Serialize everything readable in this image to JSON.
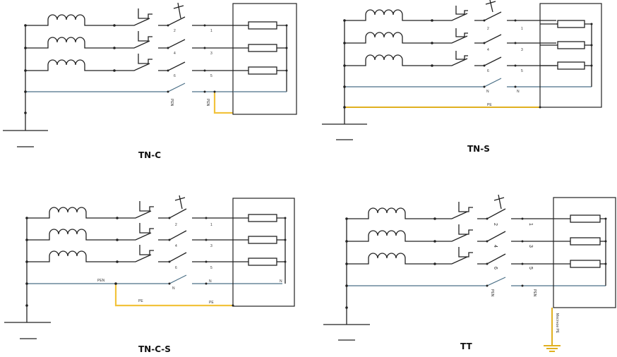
{
  "diagrams": [
    {
      "title": "TN-C",
      "labels": {
        "s1": "2",
        "s2": "4",
        "s3": "6",
        "sn": "PEN",
        "d1": "1",
        "d2": "3",
        "d3": "5",
        "dn": "PEN"
      }
    },
    {
      "title": "TN-S",
      "labels": {
        "s1": "2",
        "s2": "4",
        "s3": "6",
        "sn": "N",
        "d1": "1",
        "d2": "3",
        "d3": "5",
        "dn": "N",
        "pe": "PE"
      }
    },
    {
      "title": "TN-C-S",
      "labels": {
        "s1": "2",
        "s2": "4",
        "s3": "6",
        "sn": "N",
        "d1": "1",
        "d2": "3",
        "d3": "5",
        "dn": "N",
        "pen": "PEN",
        "pe1": "PE",
        "pe2": "PE",
        "nbox": "N"
      }
    },
    {
      "title": "TT",
      "labels": {
        "s1": "2",
        "s2": "4",
        "s3": "6",
        "sn": "PEN",
        "d1": "1",
        "d2": "3",
        "d3": "5",
        "dn": "PEN",
        "local": "Местное PE"
      }
    }
  ],
  "colors": {
    "neutral": "#4a6f86",
    "pe": "#f2c33c",
    "wire": "#222222"
  }
}
